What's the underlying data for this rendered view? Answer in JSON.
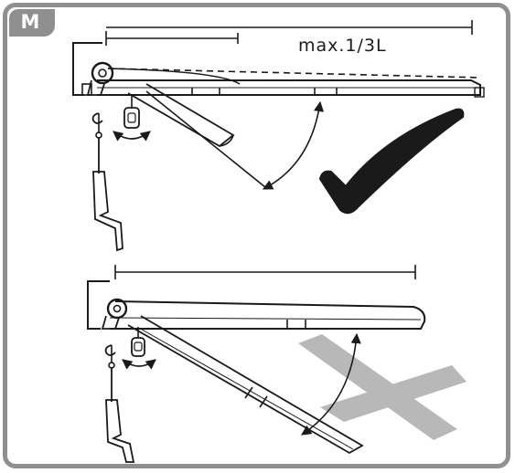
{
  "badge": {
    "label": "M"
  },
  "top_panel": {
    "dimension_label": "max.1/3L",
    "verdict": "correct",
    "verdict_icon": "checkmark-icon",
    "verdict_color": "#1a1a1a"
  },
  "bottom_panel": {
    "verdict": "incorrect",
    "verdict_icon": "cross-icon",
    "verdict_color": "#b8b8b8"
  },
  "colors": {
    "frame": "#8f8f8f",
    "line": "#1a1a1a"
  }
}
